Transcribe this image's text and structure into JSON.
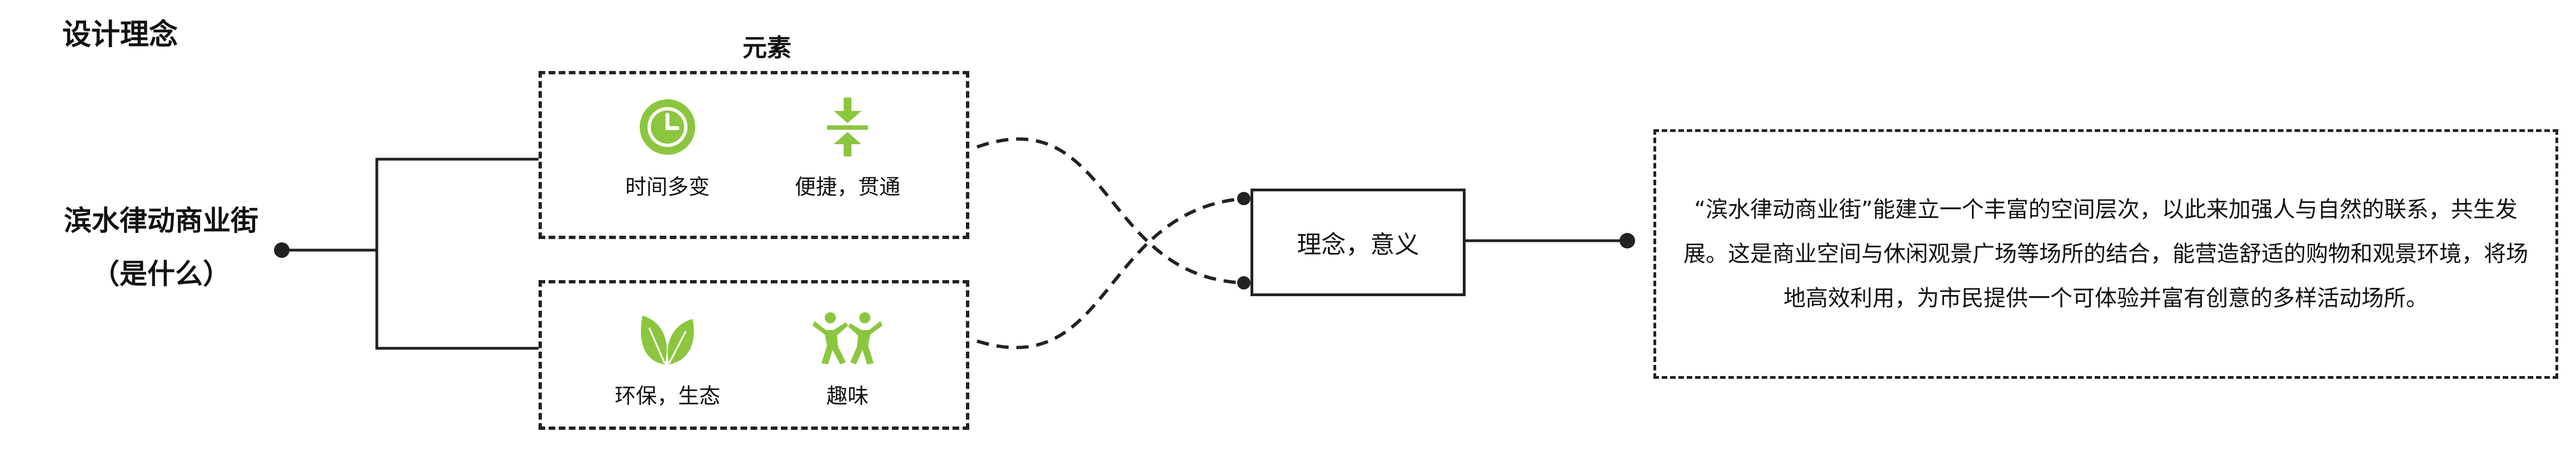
{
  "page_title": "设计理念",
  "subject": {
    "line1": "滨水律动商业街",
    "line2": "（是什么）"
  },
  "elements_title": "元素",
  "top_group": [
    {
      "label": "时间多变",
      "icon": "clock-icon"
    },
    {
      "label": "便捷，贯通",
      "icon": "converge-arrows-icon"
    }
  ],
  "bottom_group": [
    {
      "label": "环保，生态",
      "icon": "leaves-icon"
    },
    {
      "label": "趣味",
      "icon": "dancing-people-icon"
    }
  ],
  "concept_box": "理念，意义",
  "description": "“滨水律动商业街”能建立一个丰富的空间层次，以此来加强人与自然的联系，共生发展。这是商业空间与休闲观景广场等场所的结合，能营造舒适的购物和观景环境，将场地高效利用，为市民提供一个可体验并富有创意的多样活动场所。",
  "colors": {
    "accent_green": "#8cc63f",
    "line": "#222222"
  }
}
